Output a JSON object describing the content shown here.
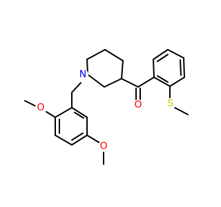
{
  "colors": {
    "background": "#ffffff",
    "bond": "#000000",
    "nitrogen": "#0000ff",
    "oxygen": "#ff0000",
    "sulfur": "#cccc00"
  },
  "atoms": {
    "n1": {
      "element": "N",
      "label": "N"
    },
    "o_carbonyl": {
      "element": "O",
      "label": "O"
    },
    "s1": {
      "element": "S",
      "label": "S"
    },
    "o_methoxy_1": {
      "element": "O",
      "label": "O"
    },
    "o_methoxy_2": {
      "element": "O",
      "label": "O"
    }
  }
}
